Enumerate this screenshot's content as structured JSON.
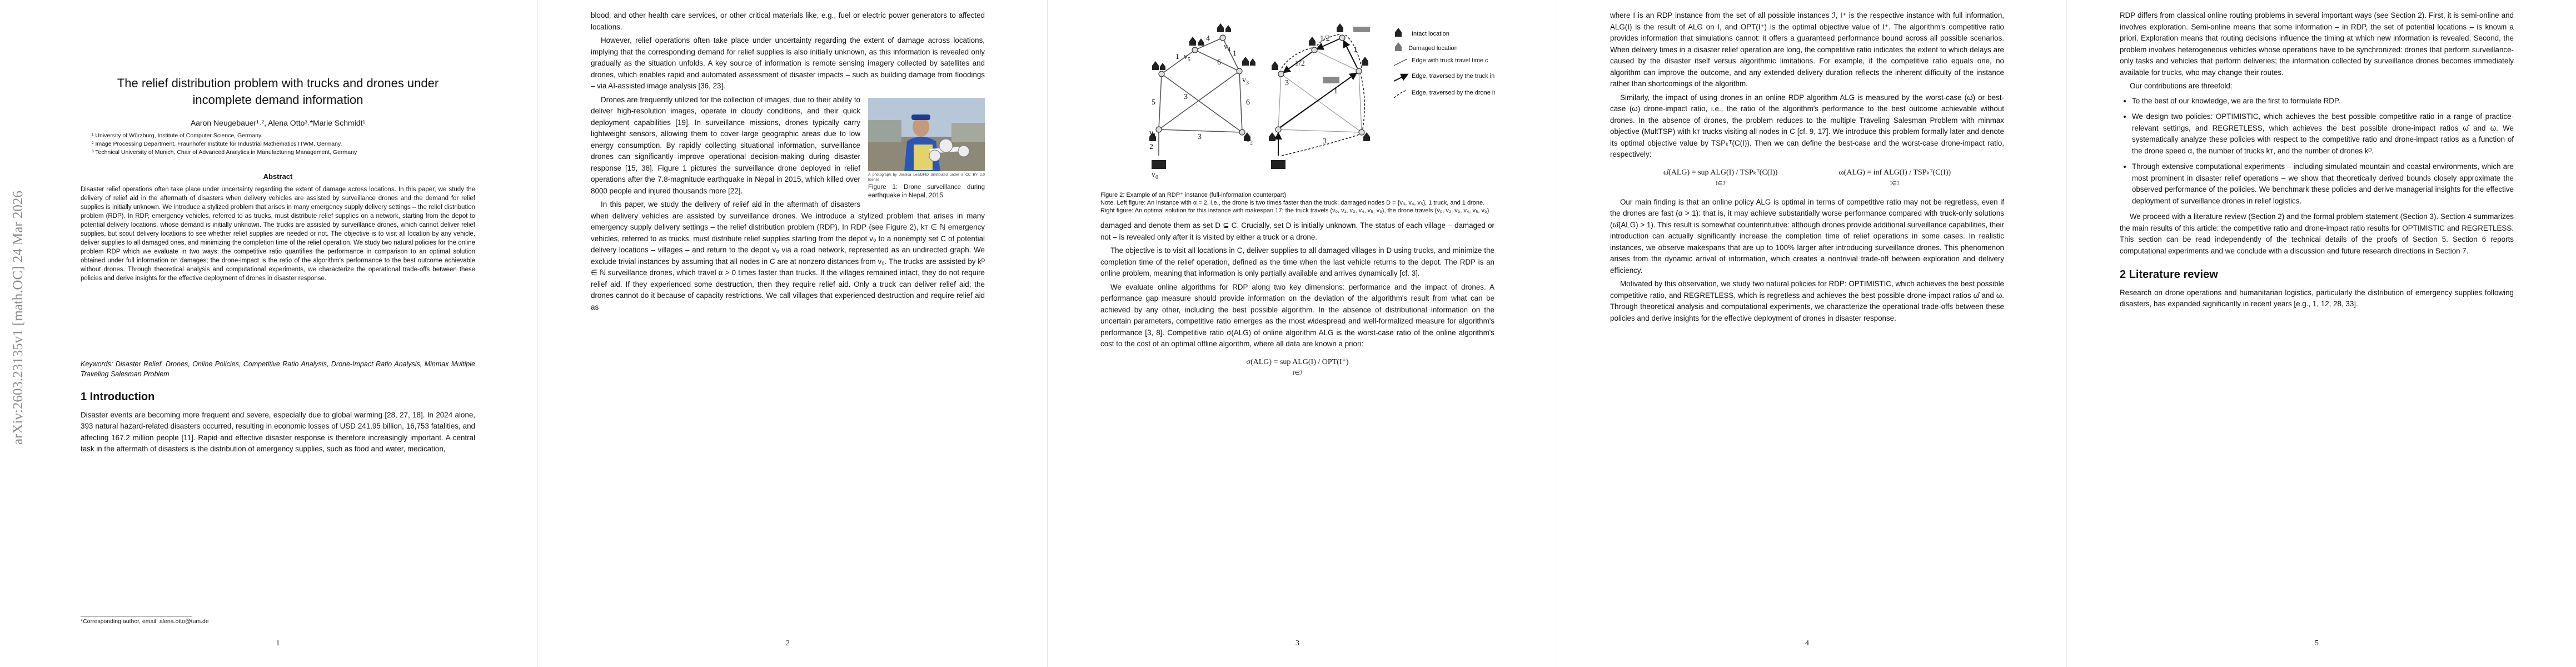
{
  "arxiv_stamp": "arXiv:2603.23135v1  [math.OC]  24 Mar 2026",
  "page1": {
    "title_line1": "The relief distribution problem with trucks and drones under",
    "title_line2": "incomplete demand information",
    "authors": "Aaron Neugebauer¹˒², Alena Otto³˒*Marie Schmidt¹",
    "affiliations": [
      "¹ University of Würzburg, Institute of Computer Science, Germany.",
      "² Image Processing Department, Fraunhofer Institute for Industrial Mathematics ITWM, Germany.",
      "³ Technical University of Munich, Chair of Advanced Analytics in Manufacturing Management, Germany"
    ],
    "abstract_heading": "Abstract",
    "abstract": "Disaster relief operations often take place under uncertainty regarding the extent of damage across locations. In this paper, we study the delivery of relief aid in the aftermath of disasters when delivery vehicles are assisted by surveillance drones and the demand for relief supplies is initially unknown. We introduce a stylized problem that arises in many emergency supply delivery settings – the relief distribution problem (RDP). In RDP, emergency vehicles, referred to as trucks, must distribute relief supplies on a network, starting from the depot to potential delivery locations, whose demand is initially unknown. The trucks are assisted by surveillance drones, which cannot deliver relief supplies, but scout delivery locations to see whether relief supplies are needed or not. The objective is to visit all location by any vehicle, deliver supplies to all damaged ones, and minimizing the completion time of the relief operation. We study two natural policies for the online problem RDP which we evaluate in two ways: the competitive ratio quantifies the performance in comparison to an optimal solution obtained under full information on damages; the drone-impact is the ratio of the algorithm's performance to the best outcome achievable without drones. Through theoretical analysis and computational experiments, we characterize the operational trade-offs between these policies and derive insights for the effective deployment of drones in disaster response.",
    "keywords_label": "Keywords:",
    "keywords": "Disaster Relief, Drones, Online Policies, Competitive Ratio Analysis, Drone-Impact Ratio Analysis, Minmax Multiple Traveling Salesman Problem",
    "section_heading": "1   Introduction",
    "intro": "Disaster events are becoming more frequent and severe, especially due to global warming [28, 27, 18]. In 2024 alone, 393 natural hazard-related disasters occurred, resulting in economic losses of USD 241.95 billion, 16,753 fatalities, and affecting 167.2 million people [11]. Rapid and effective disaster response is therefore increasingly important. A central task in the aftermath of disasters is the distribution of emergency supplies, such as food and water, medication,",
    "footnote": "*Corresponding author, email: alena.otto@tum.de",
    "page_number": "1"
  },
  "page2": {
    "para1": "blood, and other health care services, or other critical materials like, e.g., fuel or electric power generators to affected locations.",
    "para2": "However, relief operations often take place under uncertainty regarding the extent of damage across locations, implying that the corresponding demand for relief supplies is also initially unknown, as this information is revealed only gradually as the situation unfolds. A key source of information is remote sensing imagery collected by satellites and drones, which enables rapid and automated assessment of disaster impacts – such as building damage from floodings – via AI-assisted image analysis [36, 23].",
    "para3": "Drones are frequently utilized for the collection of images, due to their ability to deliver high-resolution images, operate in cloudy conditions, and their quick deployment capabilities [19]. In surveillance missions, drones typically carry lightweight sensors, allowing them to cover large geographic areas due to low energy consumption. By rapidly collecting situational information, surveillance drones can significantly improve operational decision-making during disaster response [15, 38]. Figure 1 pictures the surveillance drone deployed in relief operations after the 7.8-magnitude earthquake in Nepal in 2015, which killed over 8000 people and injured thousands more [22].",
    "photo_credit": "A photograph by Jessica Lea/DFID distributed under a CC BY 2.0 license",
    "fig1_caption": "Figure 1: Drone surveillance during earthquake in Nepal, 2015",
    "para4": "In this paper, we study the delivery of relief aid in the aftermath of disasters when delivery vehicles are assisted by surveillance drones. We introduce a stylized problem that arises in many emergency supply delivery settings – the relief distribution problem (RDP). In RDP (see Figure 2), kᴛ ∈ ℕ emergency vehicles, referred to as trucks, must distribute relief supplies starting from the depot v₀ to a nonempty set C of potential delivery locations – villages – and return to the depot v₀ via a road network, represented as an undirected graph. We exclude trivial instances by assuming that all nodes in C are at nonzero distances from v₀. The trucks are assisted by kᴰ ∈ ℕ surveillance drones, which travel α > 0 times faster than trucks. If the villages remained intact, they do not require relief aid. If they experienced some destruction, then they require relief aid. Only a truck can deliver relief aid; the drones cannot do it because of capacity restrictions. We call villages that experienced destruction and require relief aid as",
    "page_number": "2"
  },
  "page3": {
    "legend": [
      "Intact location",
      "Damaged location",
      "Edge with truck travel time c",
      "Edge, traversed by the truck in time c",
      "Edge, traversed by the drone in time c/α"
    ],
    "legend_damaged_prefix": "  Damaged location",
    "fig2_caption_title": "Figure 2: Example of an RDP⁺ instance (full-information counterpart)",
    "fig2_caption_note": "Note. Left figure: An instance with α = 2, i.e., the drone is two times faster than the truck; damaged nodes D = {v₃, v₄, v₅}, 1 truck, and 1 drone.",
    "fig2_caption_right": "Right figure: An optimal solution for this instance with makespan 17: the truck travels (v₀, v₁, v₃, v₄, v₅, v₀), the drone travels (v₀, v₂, v₃, v₄, v₅, v₀).",
    "para1": "damaged and denote them as set D ⊆ C. Crucially, set D is initially unknown. The status of each village – damaged or not – is revealed only after it is visited by either a truck or a drone.",
    "para2": "The objective is to visit all locations in C, deliver supplies to all damaged villages in D using trucks, and minimize the completion time of the relief operation, defined as the time when the last vehicle returns to the depot. The RDP is an online problem, meaning that information is only partially available and arrives dynamically [cf. 3].",
    "para3": "We evaluate online algorithms for RDP along two key dimensions: performance and the impact of drones. A performance gap measure should provide information on the deviation of the algorithm's result from what can be achieved by any other, including the best possible algorithm. In the absence of distributional information on the uncertain parameters, competitive ratio emerges as the most widespread and well-formalized measure for algorithm's performance [3, 8]. Competitive ratio σ(ALG) of online algorithm ALG is the worst-case ratio of the online algorithm's cost to the cost of an optimal offline algorithm, where all data are known a priori:",
    "equation": "σ(ALG) = sup ALG(I) / OPT(I⁺)",
    "eq_sub": "I∈ℐ",
    "page_number": "3",
    "graph_left": {
      "nodes": [
        "v₀",
        "v₁",
        "v₂",
        "v₃",
        "v₄",
        "v₅"
      ],
      "edge_labels": [
        "1",
        "4",
        "1",
        "5",
        "6",
        "6",
        "3",
        "3",
        "2"
      ]
    },
    "graph_right": {
      "edge_labels": [
        "3",
        "1/2",
        "1",
        "1/2",
        "1",
        "3"
      ]
    }
  },
  "page4": {
    "para1": "where I is an RDP instance from the set of all possible instances ℐ, I⁺ is the respective instance with full information, ALG(I) is the result of ALG on I, and OPT(I⁺) is the optimal objective value of I⁺. The algorithm's competitive ratio provides information that simulations cannot: it offers a guaranteed performance bound across all possible scenarios. When delivery times in a disaster relief operation are long, the competitive ratio indicates the extent to which delays are caused by the disaster itself versus algorithmic limitations. For example, if the competitive ratio equals one, no algorithm can improve the outcome, and any extended delivery duration reflects the inherent difficulty of the instance rather than shortcomings of the algorithm.",
    "para2": "Similarly, the impact of using drones in an online RDP algorithm ALG is measured by the worst-case (ω̂) or best-case (ω) drone-impact ratio, i.e., the ratio of the algorithm's performance to the best outcome achievable without drones. In the absence of drones, the problem reduces to the multiple Traveling Salesman Problem with minmax objective (MultTSP) with kᴛ trucks visiting all nodes in C [cf. 9, 17]. We introduce this problem formally later and denote its optimal objective value by TSPₖᵀ(C(I)). Then we can define the best-case and the worst-case drone-impact ratio, respectively:",
    "eq_left": "ω̂(ALG) = sup ALG(I) / TSPₖᵀ(C(I))",
    "eq_right": "ω(ALG) = inf ALG(I) / TSPₖᵀ(C(I))",
    "eq_sub": "I∈ℐ",
    "para3": "Our main finding is that an online policy ALG is optimal in terms of competitive ratio may not be regretless, even if the drones are fast (α > 1): that is, it may achieve substantially worse performance compared with truck-only solutions (ω̂(ALG) > 1). This result is somewhat counterintuitive: although drones provide additional surveillance capabilities, their introduction can actually significantly increase the completion time of relief operations in some cases. In realistic instances, we observe makespans that are up to 100% larger after introducing surveillance drones. This phenomenon arises from the dynamic arrival of information, which creates a nontrivial trade-off between exploration and delivery efficiency.",
    "para4": "Motivated by this observation, we study two natural policies for RDP: OPTIMISTIC, which achieves the best possible competitive ratio, and REGRETLESS, which is regretless and achieves the best possible drone-impact ratios ω̂ and ω. Through theoretical analysis and computational experiments, we characterize the operational trade-offs between these policies and derive insights for the effective deployment of drones in disaster response.",
    "page_number": "4"
  },
  "page5": {
    "para1": "RDP differs from classical online routing problems in several important ways (see Section 2). First, it is semi-online and involves exploration. Semi-online means that some information – in RDP, the set of potential locations – is known a priori. Exploration means that routing decisions influence the timing at which new information is revealed. Second, the problem involves heterogeneous vehicles whose operations have to be synchronized: drones that perform surveillance-only tasks and vehicles that perform deliveries; the information collected by surveillance drones becomes immediately available for trucks, who may change their routes.",
    "para2": "Our contributions are threefold:",
    "bullets": [
      "To the best of our knowledge, we are the first to formulate RDP.",
      "We design two policies: OPTIMISTIC, which achieves the best possible competitive ratio in a range of practice-relevant settings, and REGRETLESS, which achieves the best possible drone-impact ratios ω̂ and ω. We systematically analyze these policies with respect to the competitive ratio and drone-impact ratios as a function of the drone speed α, the number of trucks kᴛ, and the number of drones kᴰ.",
      "Through extensive computational experiments – including simulated mountain and coastal environments, which are most prominent in disaster relief operations – we show that theoretically derived bounds closely approximate the observed performance of the policies. We benchmark these policies and derive managerial insights for the effective deployment of surveillance drones in relief logistics."
    ],
    "para3": "We proceed with a literature review (Section 2) and the formal problem statement (Section 3). Section 4 summarizes the main results of this article: the competitive ratio and drone-impact ratio results for OPTIMISTIC and REGRETLESS. This section can be read independently of the technical details of the proofs of Section 5. Section 6 reports computational experiments and we conclude with a discussion and future research directions in Section 7.",
    "section_heading": "2   Literature review",
    "para4": "Research on drone operations and humanitarian logistics, particularly the distribution of emergency supplies following disasters, has expanded significantly in recent years [e.g., 1, 12, 28, 33].",
    "page_number": "5"
  }
}
